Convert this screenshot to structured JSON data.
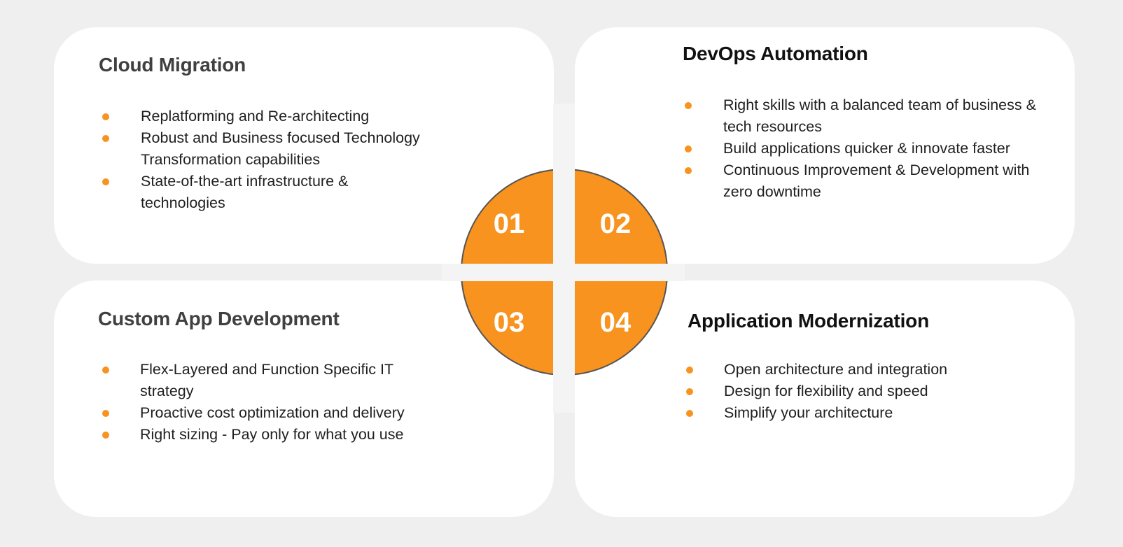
{
  "accent_color": "#f7931e",
  "cards": [
    {
      "title": "Cloud Migration",
      "items": [
        "Replatforming and Re-architecting",
        "Robust and Business focused Technology Transformation capabilities",
        "State-of-the-art infrastructure & technologies"
      ]
    },
    {
      "title": "DevOps Automation",
      "items": [
        "Right skills with a balanced team of business & tech resources",
        "Build applications quicker & innovate faster",
        "Continuous Improvement & Development with zero downtime"
      ]
    },
    {
      "title": "Custom App Development",
      "items": [
        "Flex-Layered and Function Specific IT strategy",
        "Proactive cost optimization and delivery",
        "Right sizing - Pay only for what you use"
      ]
    },
    {
      "title": "Application Modernization",
      "items": [
        "Open architecture and integration",
        "Design for flexibility and speed",
        "Simplify your architecture"
      ]
    }
  ],
  "hub": {
    "numbers": [
      "01",
      "02",
      "03",
      "04"
    ]
  }
}
